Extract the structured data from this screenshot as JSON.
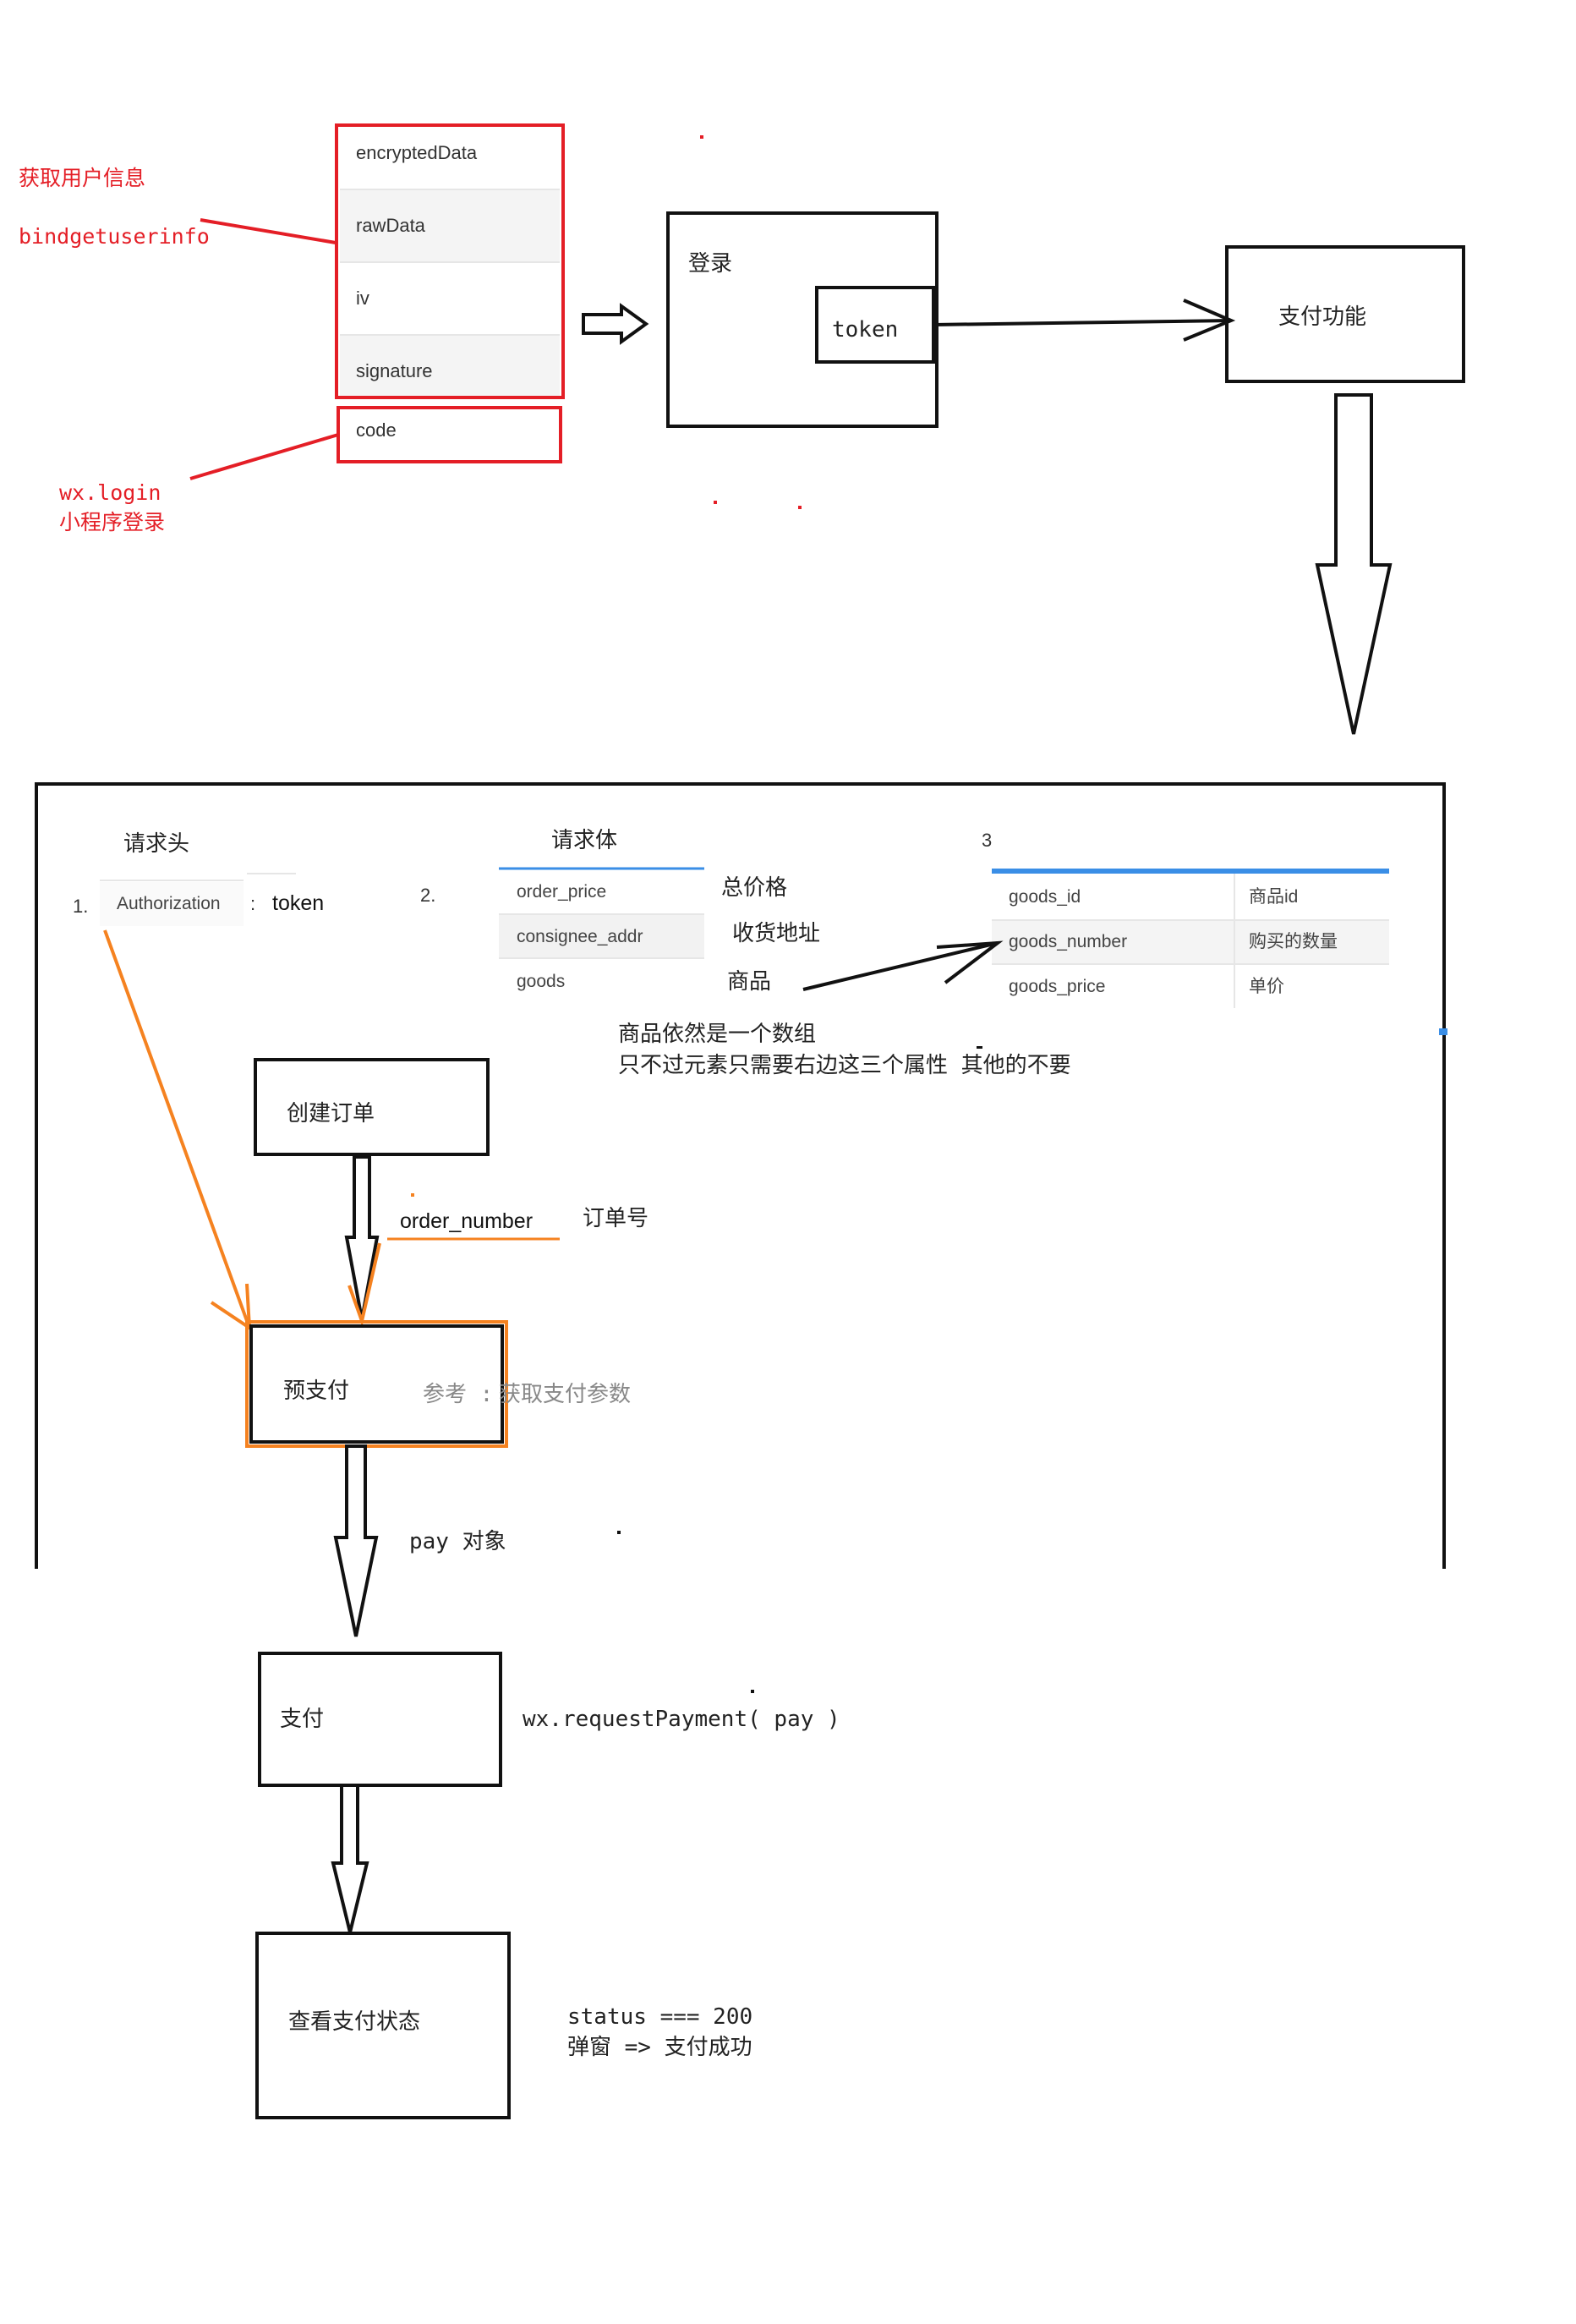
{
  "user_info": {
    "label_cn": "获取用户信息",
    "label_api": "bindgetuserinfo",
    "fields": [
      "encryptedData",
      "rawData",
      "iv",
      "signature"
    ]
  },
  "login_code": {
    "field": "code",
    "label_api": "wx.login",
    "label_cn": "小程序登录"
  },
  "login_box": {
    "title": "登录",
    "token": "token"
  },
  "payment_box": {
    "title": "支付功能"
  },
  "section": {
    "request_header": {
      "title": "请求头",
      "num": "1.",
      "key": "Authorization",
      "colon": ":",
      "value": "token"
    },
    "request_body": {
      "num": "2.",
      "title": "请求体",
      "fields": [
        {
          "name": "order_price",
          "desc": "总价格"
        },
        {
          "name": "consignee_addr",
          "desc": "收货地址"
        },
        {
          "name": "goods",
          "desc": "商品"
        }
      ]
    },
    "goods_table": {
      "num": "3",
      "rows": [
        {
          "name": "goods_id",
          "desc": "商品id"
        },
        {
          "name": "goods_number",
          "desc": "购买的数量"
        },
        {
          "name": "goods_price",
          "desc": "单价"
        }
      ],
      "note_line1": "商品依然是一个数组",
      "note_line2": "只不过元素只需要右边这三个属性  其他的不要"
    },
    "create_order": {
      "title": "创建订单",
      "output": "order_number",
      "output_desc": "订单号"
    },
    "prepay": {
      "title": "预支付",
      "ref_prefix": "参考 :",
      "ref": "获取支付参数",
      "output": "pay 对象"
    }
  },
  "pay": {
    "title": "支付",
    "api": "wx.requestPayment( pay )"
  },
  "status": {
    "title": "查看支付状态",
    "line1": "status === 200",
    "line2": "弹窗 => 支付成功"
  },
  "colors": {
    "red": "#e41e26",
    "orange": "#f58220",
    "blue": "#3a8ee6",
    "black": "#111111"
  }
}
